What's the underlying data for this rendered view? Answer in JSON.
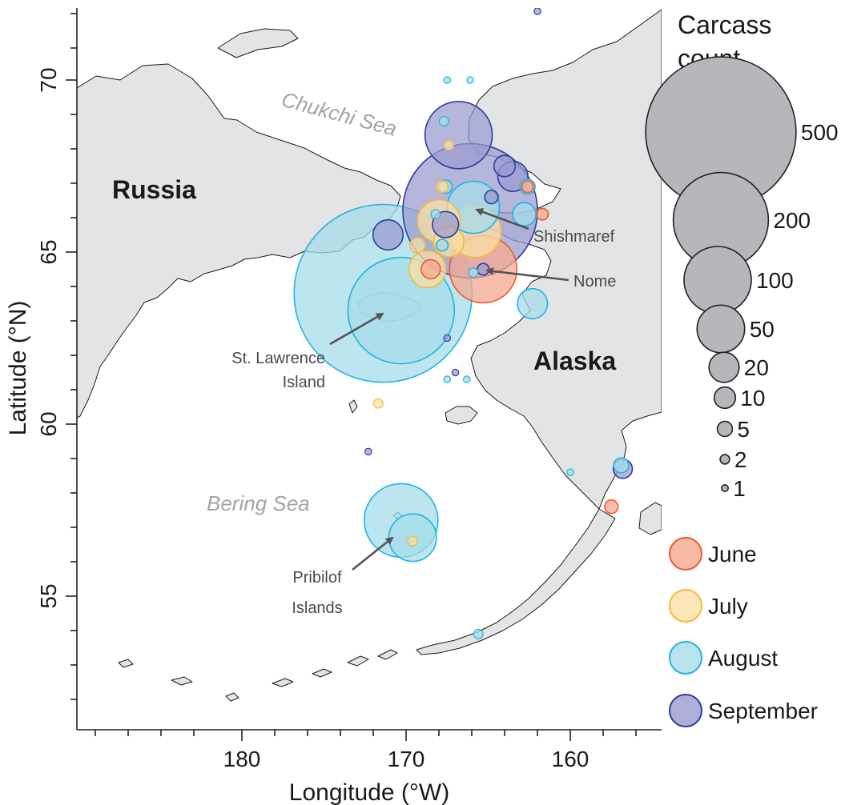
{
  "axes": {
    "xlabel": "Longitude (°W)",
    "ylabel": "Latitude (°N)",
    "x_ticks": [
      "180",
      "170",
      "160"
    ],
    "y_ticks": [
      "70",
      "65",
      "60",
      "55"
    ]
  },
  "labels": {
    "russia": "Russia",
    "alaska": "Alaska",
    "chukchi_sea": "Chukchi Sea",
    "bering_sea": "Bering Sea",
    "shishmaref": "Shishmaref",
    "nome": "Nome",
    "st_lawrence_1": "St. Lawrence",
    "st_lawrence_2": "Island",
    "pribilof_1": "Pribilof",
    "pribilof_2": "Islands"
  },
  "legend": {
    "title_1": "Carcass",
    "title_2": "count",
    "sizes": [
      "500",
      "200",
      "100",
      "50",
      "20",
      "10",
      "5",
      "2",
      "1"
    ],
    "months": [
      "June",
      "July",
      "August",
      "September"
    ]
  },
  "colors": {
    "June": {
      "fill": "#f4a98f",
      "stroke": "#ee5a2c"
    },
    "July": {
      "fill": "#fbe0a4",
      "stroke": "#f6b93f"
    },
    "August": {
      "fill": "#a6dce9",
      "stroke": "#21b4e1"
    },
    "September": {
      "fill": "#9a9ad0",
      "stroke": "#2c3f9c"
    },
    "land": "#e3e4e5",
    "legend_size_fill": "#b6b7bb"
  },
  "chart_data": {
    "type": "scatter",
    "x_axis": {
      "unit": "°W",
      "ticks": [
        180,
        170,
        160
      ],
      "range": [
        190,
        154
      ]
    },
    "y_axis": {
      "unit": "°N",
      "ticks": [
        55,
        60,
        65,
        70
      ],
      "range": [
        51,
        72
      ]
    },
    "size_legend": [
      500,
      200,
      100,
      50,
      20,
      10,
      5,
      2,
      1
    ],
    "series": [
      {
        "name": "June",
        "points": [
          {
            "lon": 165.3,
            "lat": 64.5,
            "count": 100
          },
          {
            "lon": 161.7,
            "lat": 66.1,
            "count": 3
          },
          {
            "lon": 157.5,
            "lat": 57.6,
            "count": 4
          },
          {
            "lon": 168.5,
            "lat": 64.5,
            "count": 8
          },
          {
            "lon": 162.6,
            "lat": 66.9,
            "count": 3
          }
        ]
      },
      {
        "name": "July",
        "points": [
          {
            "lon": 168.7,
            "lat": 64.5,
            "count": 30
          },
          {
            "lon": 167.4,
            "lat": 65.3,
            "count": 20
          },
          {
            "lon": 165.8,
            "lat": 65.6,
            "count": 60
          },
          {
            "lon": 168.0,
            "lat": 65.9,
            "count": 40
          },
          {
            "lon": 169.3,
            "lat": 65.2,
            "count": 5
          },
          {
            "lon": 167.8,
            "lat": 66.9,
            "count": 3
          },
          {
            "lon": 171.7,
            "lat": 60.6,
            "count": 2
          },
          {
            "lon": 169.6,
            "lat": 56.6,
            "count": 2
          },
          {
            "lon": 167.4,
            "lat": 68.1,
            "count": 2
          }
        ]
      },
      {
        "name": "August",
        "points": [
          {
            "lon": 171.4,
            "lat": 63.8,
            "count": 700
          },
          {
            "lon": 170.3,
            "lat": 63.3,
            "count": 250
          },
          {
            "lon": 170.3,
            "lat": 57.2,
            "count": 120
          },
          {
            "lon": 169.6,
            "lat": 56.7,
            "count": 50
          },
          {
            "lon": 165.9,
            "lat": 66.3,
            "count": 60
          },
          {
            "lon": 162.8,
            "lat": 66.1,
            "count": 12
          },
          {
            "lon": 162.3,
            "lat": 63.5,
            "count": 20
          },
          {
            "lon": 167.6,
            "lat": 66.9,
            "count": 4
          },
          {
            "lon": 168.2,
            "lat": 66.1,
            "count": 2
          },
          {
            "lon": 167.8,
            "lat": 65.2,
            "count": 3
          },
          {
            "lon": 165.9,
            "lat": 64.4,
            "count": 2
          },
          {
            "lon": 162.6,
            "lat": 66.9,
            "count": 5
          },
          {
            "lon": 167.5,
            "lat": 70.0,
            "count": 1
          },
          {
            "lon": 166.1,
            "lat": 70.0,
            "count": 1
          },
          {
            "lon": 167.7,
            "lat": 68.8,
            "count": 2
          },
          {
            "lon": 167.5,
            "lat": 61.3,
            "count": 1
          },
          {
            "lon": 166.3,
            "lat": 61.3,
            "count": 1
          },
          {
            "lon": 160.0,
            "lat": 58.6,
            "count": 1
          },
          {
            "lon": 156.9,
            "lat": 58.8,
            "count": 5
          },
          {
            "lon": 165.6,
            "lat": 53.9,
            "count": 2
          }
        ]
      },
      {
        "name": "September",
        "points": [
          {
            "lon": 166.1,
            "lat": 66.2,
            "count": 400
          },
          {
            "lon": 166.8,
            "lat": 68.4,
            "count": 100
          },
          {
            "lon": 171.1,
            "lat": 65.5,
            "count": 20
          },
          {
            "lon": 164.0,
            "lat": 67.5,
            "count": 10
          },
          {
            "lon": 163.5,
            "lat": 67.2,
            "count": 20
          },
          {
            "lon": 167.6,
            "lat": 65.8,
            "count": 15
          },
          {
            "lon": 164.8,
            "lat": 66.6,
            "count": 4
          },
          {
            "lon": 165.3,
            "lat": 64.5,
            "count": 3
          },
          {
            "lon": 156.8,
            "lat": 58.7,
            "count": 8
          },
          {
            "lon": 162.0,
            "lat": 72.0,
            "count": 1
          },
          {
            "lon": 172.3,
            "lat": 59.2,
            "count": 1
          },
          {
            "lon": 167.5,
            "lat": 62.5,
            "count": 1
          },
          {
            "lon": 167.0,
            "lat": 61.5,
            "count": 1
          }
        ]
      }
    ]
  }
}
